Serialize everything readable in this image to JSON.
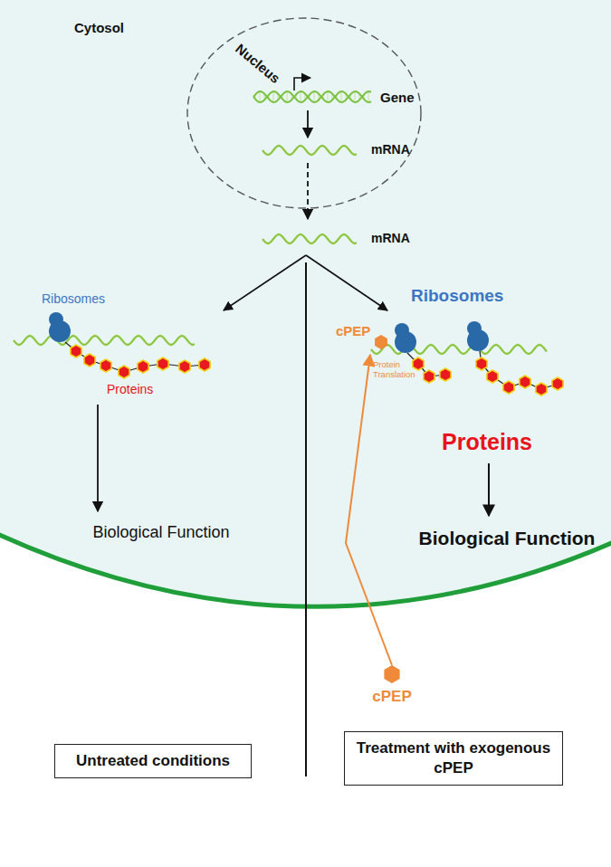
{
  "diagram": {
    "nodes": [
      {
        "text": [
          "Cytosol"
        ]
      },
      {
        "text": [
          "Nucleus"
        ],
        "in": 0
      },
      {
        "text": [
          "Untreated conditions"
        ]
      },
      {
        "text": [
          "Treatment with exogenous cPEP"
        ]
      }
    ],
    "labels": [
      "Gene",
      "mRNA",
      "mRNA",
      "Ribosomes",
      "Proteins",
      "Biological Function",
      "cPEP",
      "Protein Translation",
      "Ribosomes",
      "Proteins",
      "Biological Function",
      "cPEP"
    ]
  }
}
